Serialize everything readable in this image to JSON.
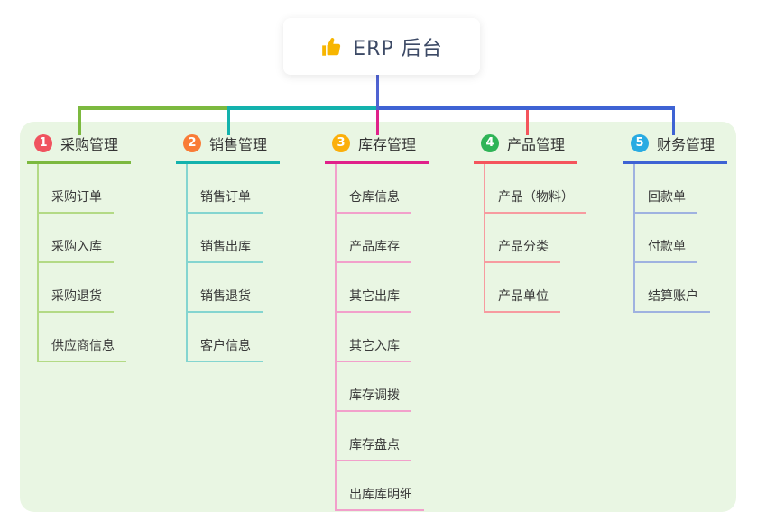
{
  "root": {
    "label": "ERP 后台",
    "icon": "thumbs-up"
  },
  "branches": [
    {
      "index": "1",
      "title": "采购管理",
      "badge_color": "#f0535f",
      "line_color": "#7cb93f",
      "child_line_color": "#b3da85",
      "children": [
        "采购订单",
        "采购入库",
        "采购退货",
        "供应商信息"
      ]
    },
    {
      "index": "2",
      "title": "销售管理",
      "badge_color": "#f97c37",
      "line_color": "#13b2ad",
      "child_line_color": "#84d5d0",
      "children": [
        "销售订单",
        "销售出库",
        "销售退货",
        "客户信息"
      ]
    },
    {
      "index": "3",
      "title": "库存管理",
      "badge_color": "#fbaf0a",
      "line_color": "#e0218a",
      "child_line_color": "#f2a0cb",
      "children": [
        "仓库信息",
        "产品库存",
        "其它出库",
        "其它入库",
        "库存调拨",
        "库存盘点",
        "出库库明细"
      ]
    },
    {
      "index": "4",
      "title": "产品管理",
      "badge_color": "#2fb457",
      "line_color": "#f4545c",
      "child_line_color": "#f79ba0",
      "children": [
        "产品（物料）",
        "产品分类",
        "产品单位"
      ]
    },
    {
      "index": "5",
      "title": "财务管理",
      "badge_color": "#29abe2",
      "line_color": "#3e63d4",
      "child_line_color": "#9fb2e0",
      "children": [
        "回款单",
        "付款单",
        "结算账户"
      ]
    }
  ],
  "colors": {
    "panel_bg": "#e9f6e3",
    "root_line": "#4f63d2",
    "thumb_icon": "#f7b500",
    "title_text": "#333333",
    "child_text": "#3a3a3a",
    "root_text": "#3d4a66"
  }
}
